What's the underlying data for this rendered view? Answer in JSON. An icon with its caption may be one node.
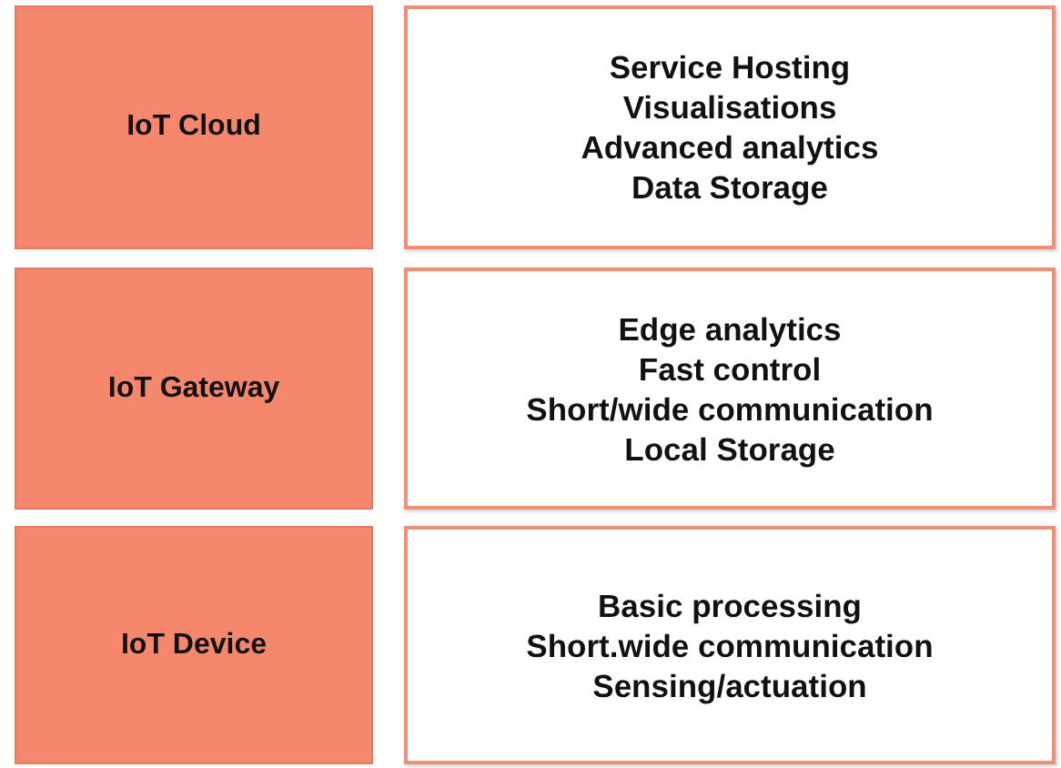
{
  "diagram": {
    "nodes": [
      {
        "text": [
          "IoT Cloud"
        ]
      },
      {
        "text": [
          "Service Hosting",
          "Visualisations",
          "Advanced analytics",
          "Data Storage"
        ]
      },
      {
        "text": [
          "IoT Gateway"
        ]
      },
      {
        "text": [
          "Edge analytics",
          "Fast control",
          "Short/wide communication",
          "Local Storage"
        ]
      },
      {
        "text": [
          "IoT Device"
        ]
      },
      {
        "text": [
          "Basic processing",
          "Short.wide communication",
          "Sensing/actuation"
        ]
      }
    ]
  }
}
